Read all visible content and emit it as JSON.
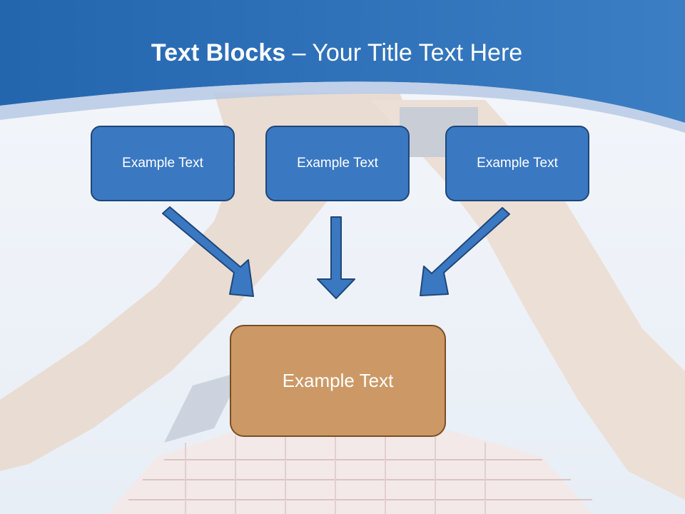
{
  "title": {
    "bold": "Text Blocks",
    "dash": " – ",
    "rest": "Your Title Text Here"
  },
  "blocks": [
    {
      "label": "Example Text"
    },
    {
      "label": "Example Text"
    },
    {
      "label": "Example Text"
    }
  ],
  "target": {
    "label": "Example Text"
  },
  "colors": {
    "header": "#2b6cb5",
    "block_fill": "#3a78c2",
    "block_border": "#1f4778",
    "target_fill": "#cc9966",
    "target_border": "#7a4f22",
    "arrow": "#3a78c2"
  }
}
